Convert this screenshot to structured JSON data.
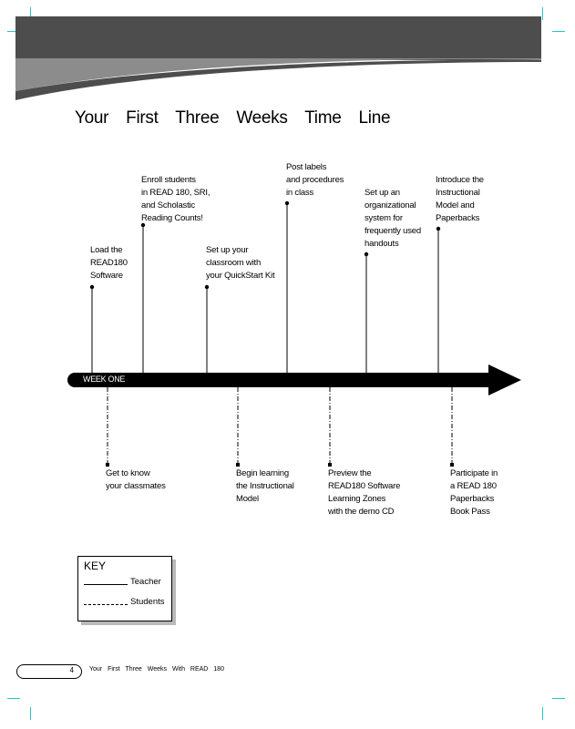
{
  "page": {
    "title": "Your First Three Weeks Time Line"
  },
  "timeline": {
    "week_label": "WEEK ONE",
    "teacher_events": [
      "Load the\nREAD180\nSoftware",
      "Enroll students\nin READ 180, SRI,\nand Scholastic\nReading Counts!",
      "Set up your\nclassroom with\nyour QuickStart Kit",
      "Post labels\nand procedures\nin class",
      "Set up an\norganizational\nsystem for\nfrequently used\nhandouts",
      "Introduce the\nInstructional\nModel and\nPaperbacks"
    ],
    "student_events": [
      "Get to know\nyour classmates",
      "Begin learning\nthe Instructional\nModel",
      "Preview the\nREAD180 Software\nLearning Zones\nwith the demo CD",
      "Participate in\na READ 180\nPaperbacks\nBook Pass"
    ]
  },
  "key": {
    "title": "KEY",
    "teacher_label": "Teacher",
    "student_label": "Students"
  },
  "footer": {
    "page_number": "4",
    "text": "Your First Three Weeks With READ 180"
  },
  "colors": {
    "banner_dark": "#4d4d4d",
    "banner_light": "#8c8c8c",
    "crop_marks": "#1fc7c7",
    "arrow": "#000000"
  }
}
